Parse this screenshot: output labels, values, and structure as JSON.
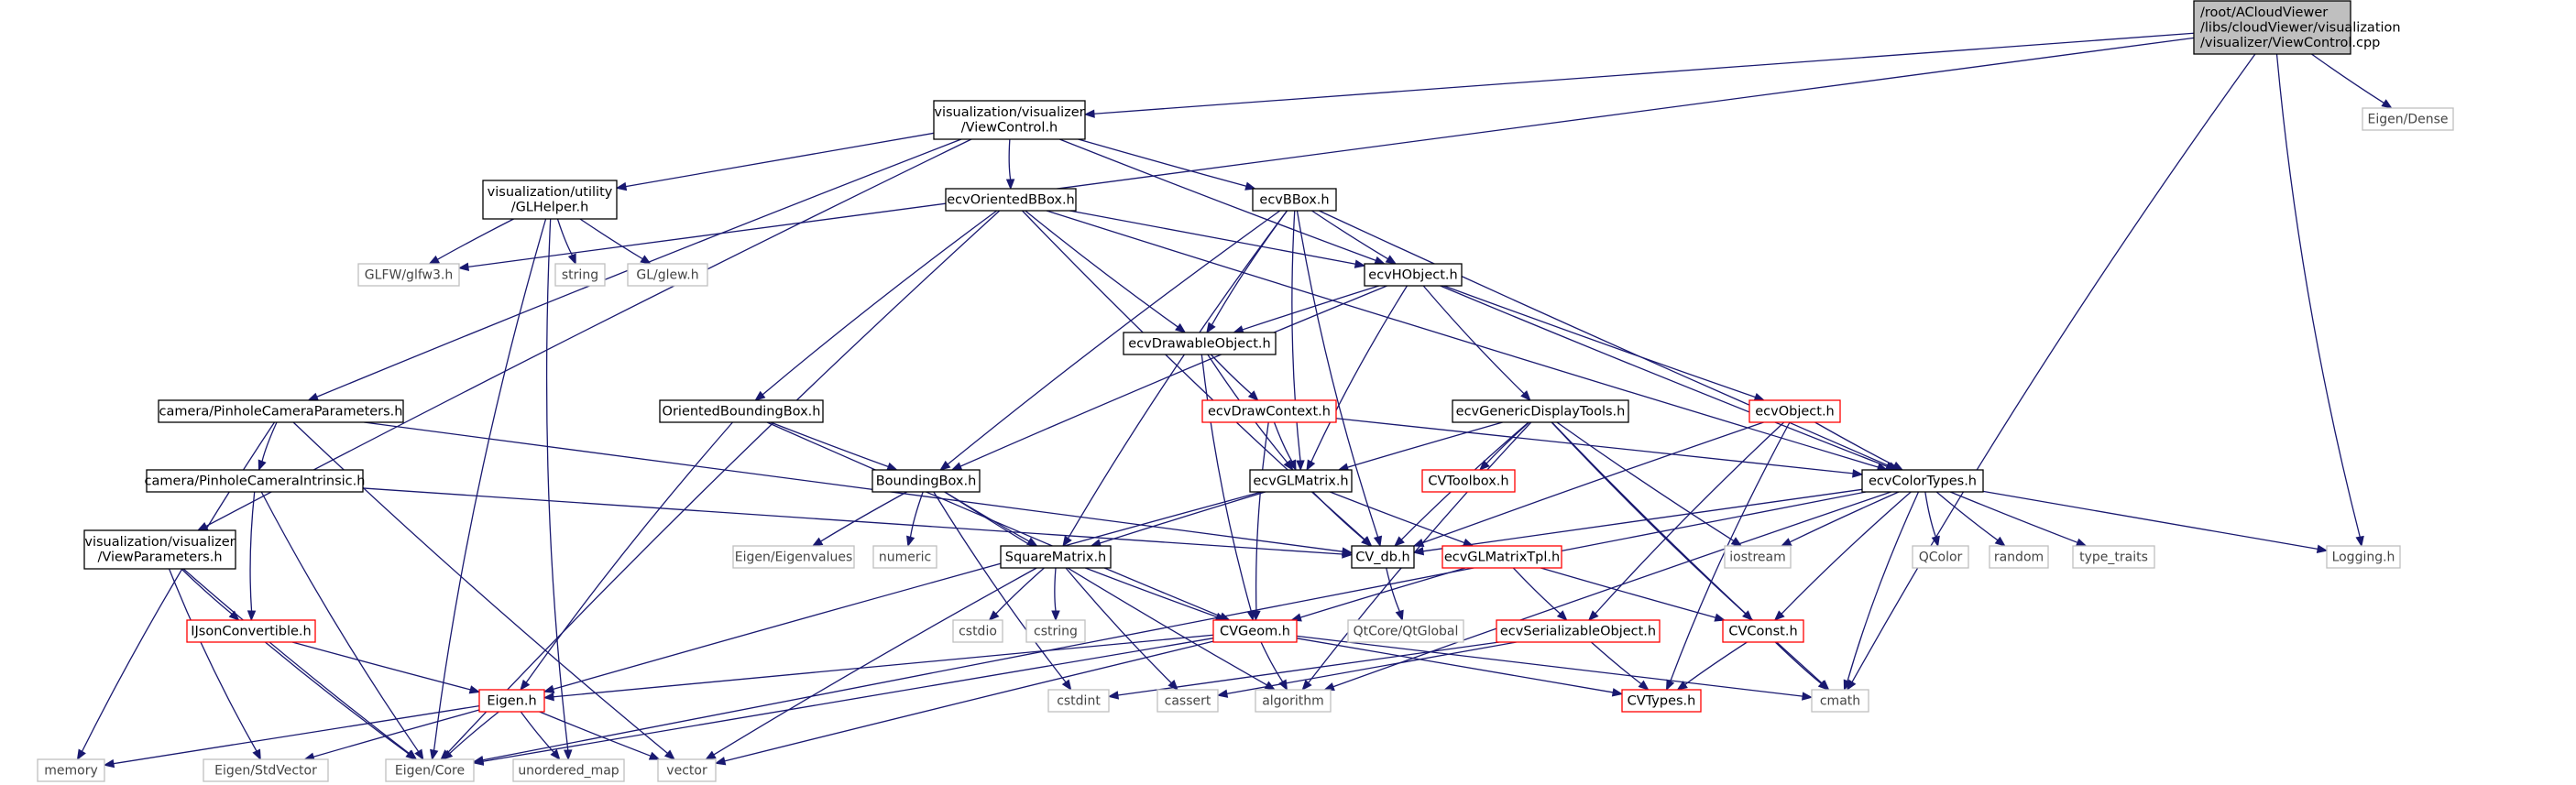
{
  "diagram": {
    "title": "Include dependency graph for ViewControl.cpp",
    "colors": {
      "edge": "#191970",
      "root_fill": "#bfbfbf",
      "normal_border": "#000000",
      "external_border": "#bfbfbf",
      "undocumented_border": "#ff0000"
    },
    "nodes": [
      {
        "id": "root",
        "kind": "root",
        "lines": [
          "/root/ACloudViewer",
          "/libs/cloudViewer/visualization",
          "/visualizer/ViewControl.cpp"
        ]
      },
      {
        "id": "viewcontrol",
        "kind": "normal",
        "lines": [
          "visualization/visualizer",
          "/ViewControl.h"
        ]
      },
      {
        "id": "eigen_dense",
        "kind": "external",
        "lines": [
          "Eigen/Dense"
        ]
      },
      {
        "id": "logging",
        "kind": "external",
        "lines": [
          "Logging.h"
        ]
      },
      {
        "id": "cmath",
        "kind": "external",
        "lines": [
          "cmath"
        ]
      },
      {
        "id": "glhelper",
        "kind": "normal",
        "lines": [
          "visualization/utility",
          "/GLHelper.h"
        ]
      },
      {
        "id": "glfw",
        "kind": "external",
        "lines": [
          "GLFW/glfw3.h"
        ]
      },
      {
        "id": "string",
        "kind": "external",
        "lines": [
          "string"
        ]
      },
      {
        "id": "glew",
        "kind": "external",
        "lines": [
          "GL/glew.h"
        ]
      },
      {
        "id": "ecvorientedbbox",
        "kind": "normal",
        "lines": [
          "ecvOrientedBBox.h"
        ]
      },
      {
        "id": "ecvbbox",
        "kind": "normal",
        "lines": [
          "ecvBBox.h"
        ]
      },
      {
        "id": "ecvhobject",
        "kind": "normal",
        "lines": [
          "ecvHObject.h"
        ]
      },
      {
        "id": "ecvdrawableobject",
        "kind": "normal",
        "lines": [
          "ecvDrawableObject.h"
        ]
      },
      {
        "id": "ecvdrawcontext",
        "kind": "undoc",
        "lines": [
          "ecvDrawContext.h"
        ]
      },
      {
        "id": "pinholeparams",
        "kind": "normal",
        "lines": [
          "camera/PinholeCameraParameters.h"
        ]
      },
      {
        "id": "orientedboundingbox",
        "kind": "normal",
        "lines": [
          "OrientedBoundingBox.h"
        ]
      },
      {
        "id": "ecvgenericdisplaytools",
        "kind": "normal",
        "lines": [
          "ecvGenericDisplayTools.h"
        ]
      },
      {
        "id": "ecvobject",
        "kind": "undoc",
        "lines": [
          "ecvObject.h"
        ]
      },
      {
        "id": "pinholeintrinsic",
        "kind": "normal",
        "lines": [
          "camera/PinholeCameraIntrinsic.h"
        ]
      },
      {
        "id": "boundingbox",
        "kind": "normal",
        "lines": [
          "BoundingBox.h"
        ]
      },
      {
        "id": "ecvglmatrix",
        "kind": "normal",
        "lines": [
          "ecvGLMatrix.h"
        ]
      },
      {
        "id": "cvtoolbox",
        "kind": "undoc",
        "lines": [
          "CVToolbox.h"
        ]
      },
      {
        "id": "ecvcolortypes",
        "kind": "normal",
        "lines": [
          "ecvColorTypes.h"
        ]
      },
      {
        "id": "viewparameters",
        "kind": "normal",
        "lines": [
          "visualization/visualizer",
          "/ViewParameters.h"
        ]
      },
      {
        "id": "eigenvalues",
        "kind": "external",
        "lines": [
          "Eigen/Eigenvalues"
        ]
      },
      {
        "id": "numeric",
        "kind": "external",
        "lines": [
          "numeric"
        ]
      },
      {
        "id": "squarematrix",
        "kind": "normal",
        "lines": [
          "SquareMatrix.h"
        ]
      },
      {
        "id": "cvdb",
        "kind": "normal",
        "lines": [
          "CV_db.h"
        ]
      },
      {
        "id": "ecvglmatrixtpl",
        "kind": "undoc",
        "lines": [
          "ecvGLMatrixTpl.h"
        ]
      },
      {
        "id": "iostream",
        "kind": "external",
        "lines": [
          "iostream"
        ]
      },
      {
        "id": "qcolor",
        "kind": "external",
        "lines": [
          "QColor"
        ]
      },
      {
        "id": "random",
        "kind": "external",
        "lines": [
          "random"
        ]
      },
      {
        "id": "type_traits",
        "kind": "external",
        "lines": [
          "type_traits"
        ]
      },
      {
        "id": "ijsonconvertible",
        "kind": "undoc",
        "lines": [
          "IJsonConvertible.h"
        ]
      },
      {
        "id": "cstdio",
        "kind": "external",
        "lines": [
          "cstdio"
        ]
      },
      {
        "id": "cstring",
        "kind": "external",
        "lines": [
          "cstring"
        ]
      },
      {
        "id": "cvgeom",
        "kind": "undoc",
        "lines": [
          "CVGeom.h"
        ]
      },
      {
        "id": "qtglobal",
        "kind": "external",
        "lines": [
          "QtCore/QtGlobal"
        ]
      },
      {
        "id": "ecvserializable",
        "kind": "undoc",
        "lines": [
          "ecvSerializableObject.h"
        ]
      },
      {
        "id": "cvconst",
        "kind": "undoc",
        "lines": [
          "CVConst.h"
        ]
      },
      {
        "id": "eigen_h",
        "kind": "undoc",
        "lines": [
          "Eigen.h"
        ]
      },
      {
        "id": "cstdint",
        "kind": "external",
        "lines": [
          "cstdint"
        ]
      },
      {
        "id": "cassert",
        "kind": "external",
        "lines": [
          "cassert"
        ]
      },
      {
        "id": "algorithm",
        "kind": "external",
        "lines": [
          "algorithm"
        ]
      },
      {
        "id": "cvtypes",
        "kind": "undoc",
        "lines": [
          "CVTypes.h"
        ]
      },
      {
        "id": "memory",
        "kind": "external",
        "lines": [
          "memory"
        ]
      },
      {
        "id": "eigen_stdvector",
        "kind": "external",
        "lines": [
          "Eigen/StdVector"
        ]
      },
      {
        "id": "eigen_core",
        "kind": "external",
        "lines": [
          "Eigen/Core"
        ]
      },
      {
        "id": "unordered_map",
        "kind": "external",
        "lines": [
          "unordered_map"
        ]
      },
      {
        "id": "vector",
        "kind": "external",
        "lines": [
          "vector"
        ]
      }
    ],
    "edges": [
      [
        "root",
        "viewcontrol"
      ],
      [
        "root",
        "eigen_dense"
      ],
      [
        "root",
        "logging"
      ],
      [
        "root",
        "cmath"
      ],
      [
        "root",
        "glfw"
      ],
      [
        "viewcontrol",
        "glhelper"
      ],
      [
        "viewcontrol",
        "ecvorientedbbox"
      ],
      [
        "viewcontrol",
        "ecvbbox"
      ],
      [
        "viewcontrol",
        "ecvhobject"
      ],
      [
        "viewcontrol",
        "pinholeparams"
      ],
      [
        "viewcontrol",
        "viewparameters"
      ],
      [
        "glhelper",
        "glfw"
      ],
      [
        "glhelper",
        "string"
      ],
      [
        "glhelper",
        "glew"
      ],
      [
        "glhelper",
        "eigen_core"
      ],
      [
        "glhelper",
        "unordered_map"
      ],
      [
        "ecvorientedbbox",
        "ecvhobject"
      ],
      [
        "ecvorientedbbox",
        "ecvdrawableobject"
      ],
      [
        "ecvorientedbbox",
        "orientedboundingbox"
      ],
      [
        "ecvorientedbbox",
        "cvdb"
      ],
      [
        "ecvorientedbbox",
        "ecvcolortypes"
      ],
      [
        "ecvorientedbbox",
        "eigen_core"
      ],
      [
        "ecvbbox",
        "ecvhobject"
      ],
      [
        "ecvbbox",
        "ecvdrawableobject"
      ],
      [
        "ecvbbox",
        "boundingbox"
      ],
      [
        "ecvbbox",
        "ecvglmatrix"
      ],
      [
        "ecvbbox",
        "squarematrix"
      ],
      [
        "ecvbbox",
        "cvdb"
      ],
      [
        "ecvbbox",
        "ecvcolortypes"
      ],
      [
        "ecvhobject",
        "ecvdrawableobject"
      ],
      [
        "ecvhobject",
        "ecvgenericdisplaytools"
      ],
      [
        "ecvhobject",
        "ecvobject"
      ],
      [
        "ecvhobject",
        "ecvglmatrix"
      ],
      [
        "ecvhobject",
        "boundingbox"
      ],
      [
        "ecvhobject",
        "ecvcolortypes"
      ],
      [
        "ecvdrawableobject",
        "ecvdrawcontext"
      ],
      [
        "ecvdrawableobject",
        "ecvglmatrix"
      ],
      [
        "ecvdrawableobject",
        "cvgeom"
      ],
      [
        "ecvdrawcontext",
        "ecvglmatrix"
      ],
      [
        "ecvdrawcontext",
        "cvgeom"
      ],
      [
        "ecvdrawcontext",
        "ecvcolortypes"
      ],
      [
        "pinholeparams",
        "pinholeintrinsic"
      ],
      [
        "pinholeparams",
        "cvdb"
      ],
      [
        "pinholeparams",
        "memory"
      ],
      [
        "pinholeparams",
        "vector"
      ],
      [
        "pinholeintrinsic",
        "ijsonconvertible"
      ],
      [
        "pinholeintrinsic",
        "cvdb"
      ],
      [
        "pinholeintrinsic",
        "eigen_core"
      ],
      [
        "orientedboundingbox",
        "boundingbox"
      ],
      [
        "orientedboundingbox",
        "cvgeom"
      ],
      [
        "orientedboundingbox",
        "eigen_h"
      ],
      [
        "ecvgenericdisplaytools",
        "ecvglmatrix"
      ],
      [
        "ecvgenericdisplaytools",
        "cvtoolbox"
      ],
      [
        "ecvgenericdisplaytools",
        "cvdb"
      ],
      [
        "ecvgenericdisplaytools",
        "cvconst"
      ],
      [
        "ecvgenericdisplaytools",
        "iostream"
      ],
      [
        "ecvgenericdisplaytools",
        "algorithm"
      ],
      [
        "ecvgenericdisplaytools",
        "cmath"
      ],
      [
        "ecvobject",
        "ecvcolortypes"
      ],
      [
        "ecvobject",
        "cvdb"
      ],
      [
        "ecvobject",
        "ecvserializable"
      ],
      [
        "ecvobject",
        "cvtypes"
      ],
      [
        "boundingbox",
        "eigenvalues"
      ],
      [
        "boundingbox",
        "numeric"
      ],
      [
        "boundingbox",
        "squarematrix"
      ],
      [
        "boundingbox",
        "cstdint"
      ],
      [
        "boundingbox",
        "algorithm"
      ],
      [
        "ecvglmatrix",
        "squarematrix"
      ],
      [
        "ecvglmatrix",
        "cvdb"
      ],
      [
        "ecvglmatrix",
        "ecvglmatrixtpl"
      ],
      [
        "ecvglmatrix",
        "eigen_h"
      ],
      [
        "ecvcolortypes",
        "cvdb"
      ],
      [
        "ecvcolortypes",
        "iostream"
      ],
      [
        "ecvcolortypes",
        "qcolor"
      ],
      [
        "ecvcolortypes",
        "random"
      ],
      [
        "ecvcolortypes",
        "type_traits"
      ],
      [
        "ecvcolortypes",
        "logging"
      ],
      [
        "ecvcolortypes",
        "cvconst"
      ],
      [
        "ecvcolortypes",
        "algorithm"
      ],
      [
        "ecvcolortypes",
        "cmath"
      ],
      [
        "ecvcolortypes",
        "eigen_core"
      ],
      [
        "viewparameters",
        "ijsonconvertible"
      ],
      [
        "viewparameters",
        "eigen_core"
      ],
      [
        "viewparameters",
        "eigen_stdvector"
      ],
      [
        "squarematrix",
        "cvgeom"
      ],
      [
        "squarematrix",
        "cstdio"
      ],
      [
        "squarematrix",
        "cstring"
      ],
      [
        "squarematrix",
        "cassert"
      ],
      [
        "squarematrix",
        "vector"
      ],
      [
        "cvdb",
        "qtglobal"
      ],
      [
        "ecvglmatrixtpl",
        "cvgeom"
      ],
      [
        "ecvglmatrixtpl",
        "ecvserializable"
      ],
      [
        "ecvglmatrixtpl",
        "cvconst"
      ],
      [
        "ijsonconvertible",
        "eigen_h"
      ],
      [
        "ijsonconvertible",
        "eigen_core"
      ],
      [
        "cvgeom",
        "eigen_h"
      ],
      [
        "cvgeom",
        "cvtypes"
      ],
      [
        "cvgeom",
        "algorithm"
      ],
      [
        "cvgeom",
        "cmath"
      ],
      [
        "cvgeom",
        "vector"
      ],
      [
        "cvgeom",
        "eigen_core"
      ],
      [
        "ecvserializable",
        "cvtypes"
      ],
      [
        "ecvserializable",
        "cstdint"
      ],
      [
        "ecvserializable",
        "cassert"
      ],
      [
        "cvconst",
        "cvtypes"
      ],
      [
        "cvconst",
        "cmath"
      ],
      [
        "eigen_h",
        "memory"
      ],
      [
        "eigen_h",
        "eigen_stdvector"
      ],
      [
        "eigen_h",
        "eigen_core"
      ],
      [
        "eigen_h",
        "unordered_map"
      ],
      [
        "eigen_h",
        "vector"
      ]
    ]
  }
}
